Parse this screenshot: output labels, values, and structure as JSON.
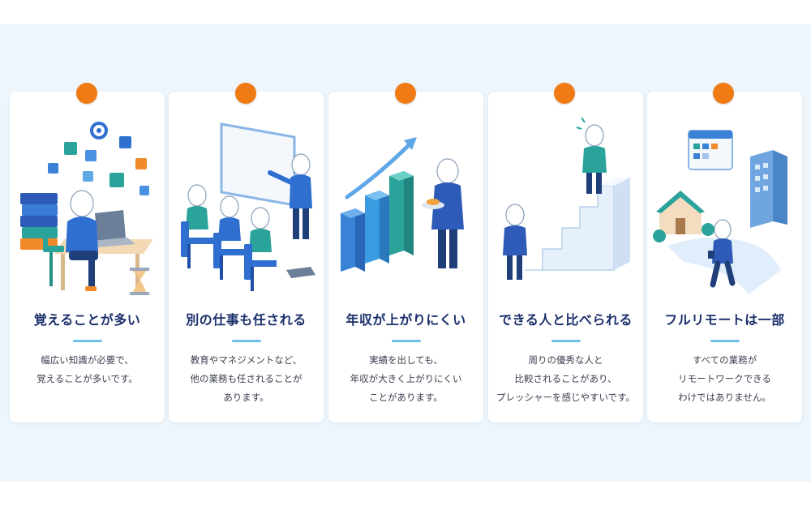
{
  "colors": {
    "background_panel": "#eef6fc",
    "card": "#ffffff",
    "pin": "#f07a14",
    "title": "#1b2f6b",
    "divider": "#6ec0ea",
    "body_text": "#3c4150",
    "person_blue": "#2e6fd0",
    "person_teal": "#2aa39a"
  },
  "cards": [
    {
      "title": "覚えることが多い",
      "lines": [
        "幅広い知識が必要で、",
        "覚えることが多いです。"
      ]
    },
    {
      "title": "別の仕事も任される",
      "lines": [
        "教育やマネジメントなど、",
        "他の業務も任されることが",
        "あります。"
      ]
    },
    {
      "title": "年収が上がりにくい",
      "lines": [
        "実績を出しても、",
        "年収が大きく上がりにくい",
        "ことがあります。"
      ]
    },
    {
      "title": "できる人と比べられる",
      "lines": [
        "周りの優秀な人と",
        "比較されることがあり、",
        "プレッシャーを感じやすいです。"
      ]
    },
    {
      "title": "フルリモートは一部",
      "lines": [
        "すべての業務が",
        "リモートワークできる",
        "わけではありません。"
      ]
    }
  ]
}
